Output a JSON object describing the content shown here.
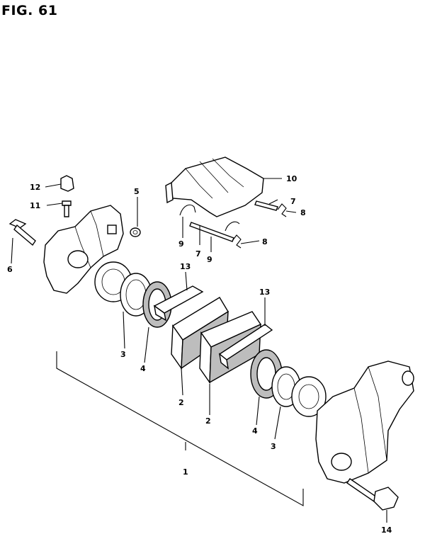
{
  "figure": {
    "title": "FIG. 61"
  },
  "callouts": {
    "c1": "1",
    "c2a": "2",
    "c2b": "2",
    "c3a": "3",
    "c3b": "3",
    "c4a": "4",
    "c4b": "4",
    "c5": "5",
    "c6": "6",
    "c7a": "7",
    "c7b": "7",
    "c8a": "8",
    "c8b": "8",
    "c9a": "9",
    "c9b": "9",
    "c10": "10",
    "c11": "11",
    "c12": "12",
    "c13a": "13",
    "c13b": "13",
    "c14": "14"
  }
}
